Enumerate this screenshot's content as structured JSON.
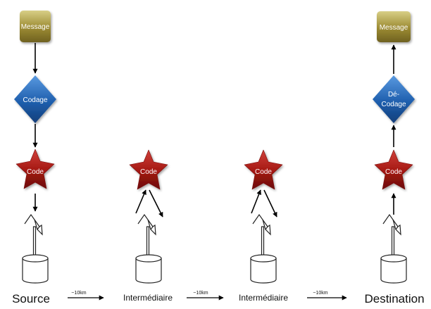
{
  "nodes": {
    "message_source": "Message",
    "codage": "Codage",
    "code_source": "Code",
    "code_relay_1": "Code",
    "code_relay_2": "Code",
    "code_destination": "Code",
    "decodage_line1": "Dé-",
    "decodage_line2": "Codage",
    "message_destination": "Message"
  },
  "stations": {
    "source": "Source",
    "relay_1": "Intermédiaire",
    "relay_2": "Intermédiaire",
    "destination": "Destination"
  },
  "links": {
    "distance_1": "~10km",
    "distance_2": "~10km",
    "distance_3": "~10km"
  },
  "colors": {
    "message": "#8a7a28",
    "coding": "#1f5fae",
    "code": "#a31812",
    "arrow": "#000000"
  }
}
